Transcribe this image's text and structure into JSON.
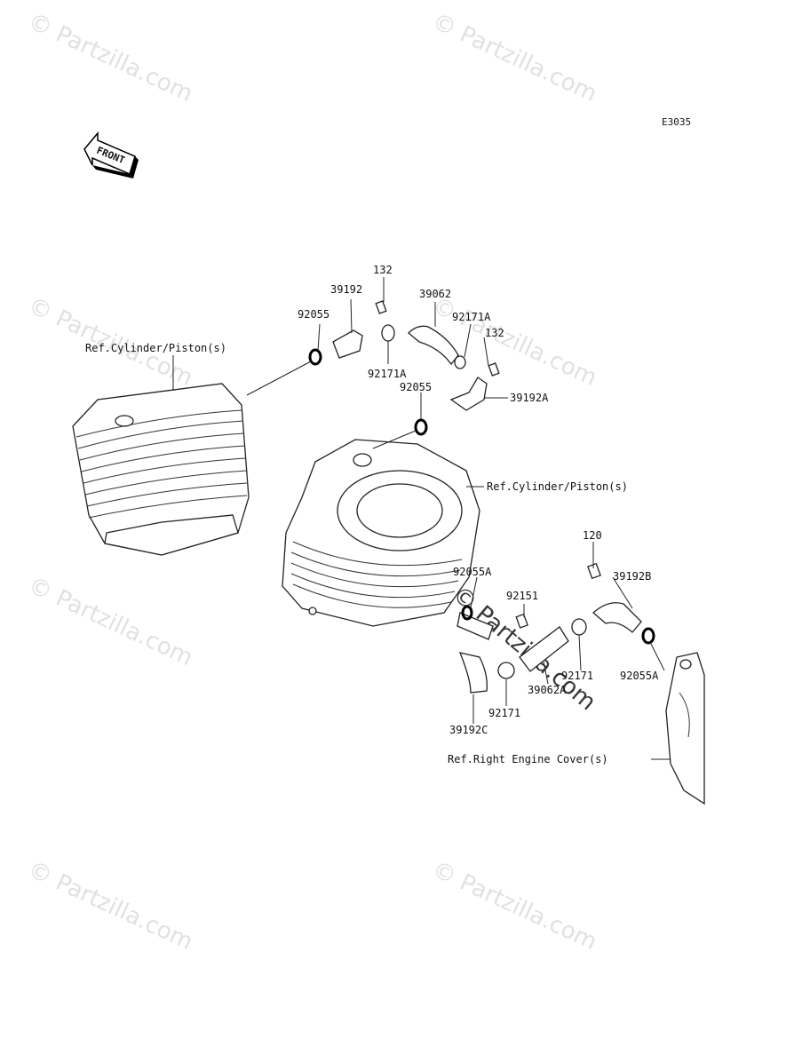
{
  "diagram_code": "E3035",
  "front_arrow_label": "FRONT",
  "watermark": "© Partzilla.com",
  "references": {
    "cylinder_left": "Ref.Cylinder/Piston(s)",
    "cylinder_right": "Ref.Cylinder/Piston(s)",
    "engine_cover": "Ref.Right Engine Cover(s)"
  },
  "parts": {
    "p132_top": "132",
    "p39192": "39192",
    "p39062": "39062",
    "p92055_top": "92055",
    "p92171A_right": "92171A",
    "p132_right": "132",
    "p92171A_low": "92171A",
    "p92055_mid": "92055",
    "p39192A": "39192A",
    "p120": "120",
    "p39192B": "39192B",
    "p92055A_left": "92055A",
    "p92151": "92151",
    "p92171_right": "92171",
    "p92055A_right": "92055A",
    "p39062A": "39062A",
    "p92171_low": "92171",
    "p39192C": "39192C"
  }
}
